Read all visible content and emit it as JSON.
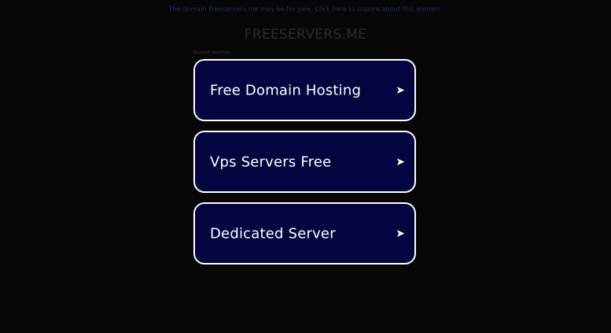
{
  "notice": {
    "prefix": "The domain Freeservers.me may be for sale.",
    "link": "Click here to inquire about this domain."
  },
  "domain_name": "FREESERVERS.ME",
  "related_label": "Related searches",
  "searches": [
    {
      "label": "Free Domain Hosting",
      "icon": "arrow-right-icon"
    },
    {
      "label": "Vps Servers Free",
      "icon": "arrow-right-icon"
    },
    {
      "label": "Dedicated Server",
      "icon": "arrow-right-icon"
    }
  ],
  "colors": {
    "background": "#070707",
    "tile_bg": "#030440",
    "tile_border": "#ffffff",
    "notice_text": "#25306a"
  }
}
